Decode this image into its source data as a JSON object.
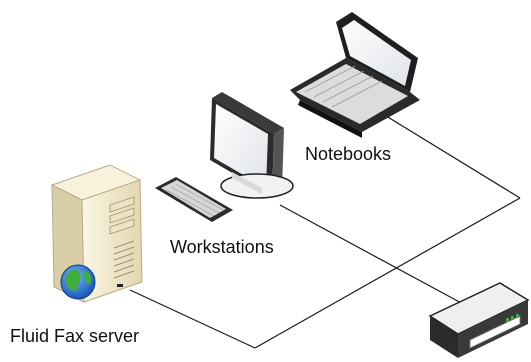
{
  "labels": {
    "notebooks": "Notebooks",
    "workstations": "Workstations",
    "server": "Fluid Fax server"
  },
  "icons": {
    "notebook": "laptop-icon",
    "workstation_monitor": "monitor-icon",
    "workstation_keyboard": "keyboard-icon",
    "server": "server-tower-icon",
    "globe": "globe-icon",
    "router": "network-router-icon"
  },
  "colors": {
    "background": "#ffffff",
    "link_line": "#1a1a1a",
    "device_gray": "#d8d8d8",
    "device_dark": "#2b2b2b",
    "server_beige": "#efe7c9",
    "router_accent": "#3fae49"
  }
}
